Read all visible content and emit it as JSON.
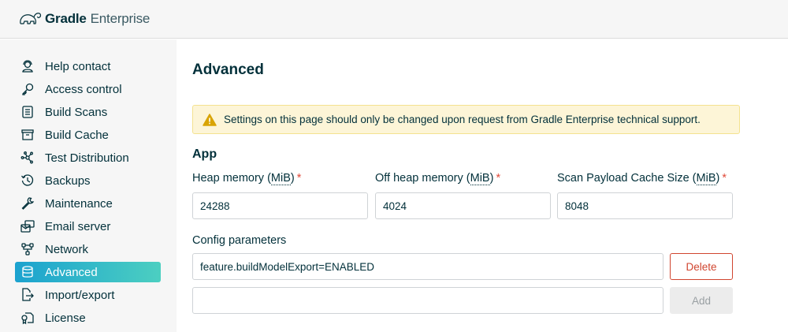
{
  "header": {
    "logo_bold": "Gradle",
    "logo_light": "Enterprise",
    "logo_icon": "elephant-icon"
  },
  "sidebar": {
    "items": [
      {
        "label": "Help contact",
        "icon": "headset-icon",
        "active": false
      },
      {
        "label": "Access control",
        "icon": "key-icon",
        "active": false
      },
      {
        "label": "Build Scans",
        "icon": "list-document-icon",
        "active": false
      },
      {
        "label": "Build Cache",
        "icon": "archive-box-icon",
        "active": false
      },
      {
        "label": "Test Distribution",
        "icon": "network-nodes-icon",
        "active": false
      },
      {
        "label": "Backups",
        "icon": "history-clock-icon",
        "active": false
      },
      {
        "label": "Maintenance",
        "icon": "wrench-icon",
        "active": false
      },
      {
        "label": "Email server",
        "icon": "email-server-icon",
        "active": false
      },
      {
        "label": "Network",
        "icon": "network-icon",
        "active": false
      },
      {
        "label": "Advanced",
        "icon": "database-icon",
        "active": true
      },
      {
        "label": "Import/export",
        "icon": "file-export-icon",
        "active": false
      },
      {
        "label": "License",
        "icon": "license-certificate-icon",
        "active": false
      }
    ]
  },
  "main": {
    "title": "Advanced",
    "alert": {
      "icon": "warning-triangle-icon",
      "message": "Settings on this page should only be changed upon request from Gradle Enterprise technical support."
    },
    "section_title": "App",
    "fields": [
      {
        "label": "Heap memory (",
        "unit": "MiB",
        "label_end": ")",
        "required": "*",
        "value": "24288"
      },
      {
        "label": "Off heap memory (",
        "unit": "MiB",
        "label_end": ")",
        "required": "*",
        "value": "4024"
      },
      {
        "label": "Scan Payload Cache Size (",
        "unit": "MiB",
        "label_end": ")",
        "required": "*",
        "value": "8048"
      }
    ],
    "config": {
      "label": "Config parameters",
      "entries": [
        {
          "value": "feature.buildModelExport=ENABLED",
          "button": "Delete"
        }
      ],
      "new_entry": {
        "value": "",
        "placeholder": "",
        "button": "Add"
      }
    }
  },
  "colors": {
    "active_gradient_start": "#1ba2cf",
    "active_gradient_end": "#4ccfc1",
    "text": "#02303a",
    "alert_bg": "#fdf5d7",
    "alert_border": "#f4e28f",
    "warning_icon": "#d9a405",
    "delete": "#d0452f",
    "required": "#e04b3a"
  }
}
